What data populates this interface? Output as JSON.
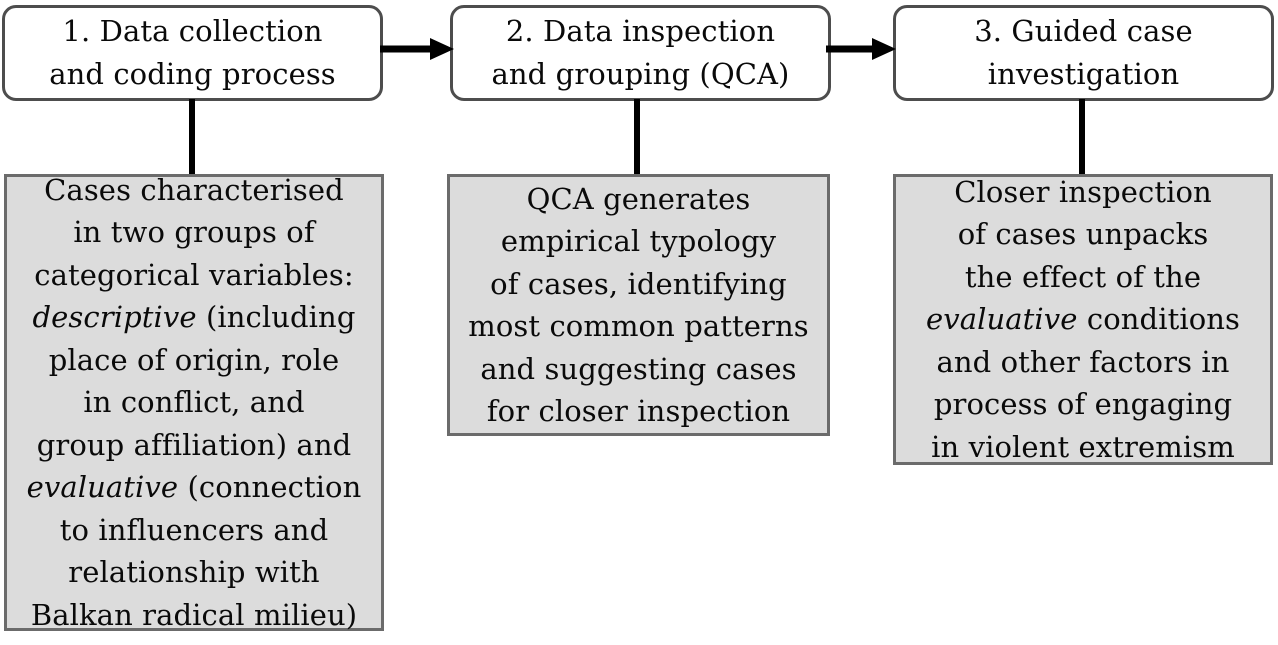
{
  "diagram": {
    "type": "flowchart",
    "orientation": "left-to-right, three stages each with a detail panel below",
    "stages": [
      {
        "id": "stage-1",
        "title": "1. Data collection\nand coding process",
        "detail_plain": "Cases characterised in two groups of categorical variables: descriptive (including place of origin, role in conflict, and group affiliation) and evaluative (connection to influencers and relationship with Balkan radical milieu)",
        "detail_lines": [
          {
            "text": "Cases characterised"
          },
          {
            "text": "in two groups of"
          },
          {
            "text": "categorical variables:"
          },
          {
            "text": "descriptive",
            "style": "italic",
            "tail": " (including"
          },
          {
            "text": "place of origin, role"
          },
          {
            "text": "in conflict, and"
          },
          {
            "text": "group affiliation) and"
          },
          {
            "text": "evaluative",
            "style": "italic",
            "tail": " (connection"
          },
          {
            "text": "to influencers and"
          },
          {
            "text": "relationship with"
          },
          {
            "text": "Balkan radical milieu)"
          }
        ]
      },
      {
        "id": "stage-2",
        "title": "2. Data inspection\nand grouping (QCA)",
        "detail_plain": "QCA generates empirical typology of cases, identifying most common patterns and suggesting cases for closer inspection",
        "detail_lines": [
          {
            "text": "QCA generates"
          },
          {
            "text": "empirical typology"
          },
          {
            "text": "of cases, identifying"
          },
          {
            "text": "most common patterns"
          },
          {
            "text": "and suggesting cases"
          },
          {
            "text": "for closer inspection"
          }
        ]
      },
      {
        "id": "stage-3",
        "title": "3. Guided case\ninvestigation",
        "detail_plain": "Closer inspection of cases unpacks the effect of the evaluative conditions and other factors in process of engaging in violent extremism",
        "detail_lines": [
          {
            "text": "Closer inspection"
          },
          {
            "text": "of cases unpacks"
          },
          {
            "text": "the effect of the"
          },
          {
            "text": "evaluative",
            "style": "italic",
            "tail": " conditions"
          },
          {
            "text": "and other factors in"
          },
          {
            "text": "process of engaging"
          },
          {
            "text": "in violent extremism"
          }
        ]
      }
    ],
    "connectors": [
      {
        "id": "arrow-1",
        "kind": "arrow",
        "from": "stage-1",
        "to": "stage-2",
        "direction": "right"
      },
      {
        "id": "arrow-2",
        "kind": "arrow",
        "from": "stage-2",
        "to": "stage-3",
        "direction": "right"
      },
      {
        "id": "conn-1",
        "kind": "line",
        "from": "stage-1",
        "to": "detail-1",
        "direction": "down"
      },
      {
        "id": "conn-2",
        "kind": "line",
        "from": "stage-2",
        "to": "detail-2",
        "direction": "down"
      },
      {
        "id": "conn-3",
        "kind": "line",
        "from": "stage-3",
        "to": "detail-3",
        "direction": "down"
      }
    ],
    "colors": {
      "background": "#ffffff",
      "stage_border": "#4d4d4d",
      "stage_fill": "#ffffff",
      "detail_border": "#6b6b6b",
      "detail_fill": "#dcdcdc",
      "connector": "#000000",
      "text": "#0a0a0a"
    }
  }
}
